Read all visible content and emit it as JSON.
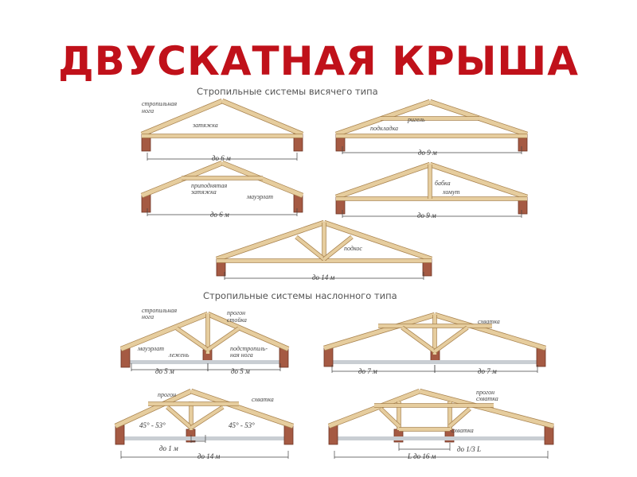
{
  "slide_title": "ДВУСКАТНАЯ КРЫША",
  "hanging": {
    "heading": "Стропильные системы висячего типа",
    "t1": {
      "rafter": "стропильная",
      "rafter2": "нога",
      "tie": "затяжка",
      "span": "до 6 м"
    },
    "t2": {
      "rigel": "ригель",
      "pad": "подкладка",
      "span": "до 9 м"
    },
    "t3": {
      "raised_tie": "приподнятая",
      "raised_tie2": "затяжка",
      "mauerlat": "мауэрлат",
      "span": "до 6 м"
    },
    "t4": {
      "king_post": "бабка",
      "clamp": "хомут",
      "span": "до 9 м"
    },
    "t5": {
      "strut": "подкос",
      "span": "до 14 м"
    }
  },
  "sloped": {
    "heading": "Стропильные системы наслонного типа",
    "t6": {
      "rafter": "стропильная",
      "rafter2": "нога",
      "purlin": "прогон",
      "post": "стойка",
      "mauerlat": "мауэрлат",
      "sill": "лежень",
      "strut": "подстропиль-",
      "strut2": "ная нога",
      "span_left": "до 5 м",
      "span_right": "до 5 м"
    },
    "t7": {
      "tie": "схватка",
      "span_left": "до 7 м",
      "span_right": "до 7 м"
    },
    "t8": {
      "purlin": "прогон",
      "tie": "схватка",
      "angle_left": "45° - 53°",
      "angle_right": "45° - 53°",
      "offset": "до 1 м",
      "span": "до 14 м"
    },
    "t9": {
      "purlin": "прогон",
      "tie": "схватка",
      "tie_low": "схватка",
      "span": "L до 16 м",
      "offset": "до 1/3 L"
    }
  },
  "colors": {
    "title": "#c0111a",
    "wood": "#e6cd9e",
    "wood_edge": "#a9834f",
    "brick": "#a55a43",
    "beam": "#c9ced3"
  }
}
